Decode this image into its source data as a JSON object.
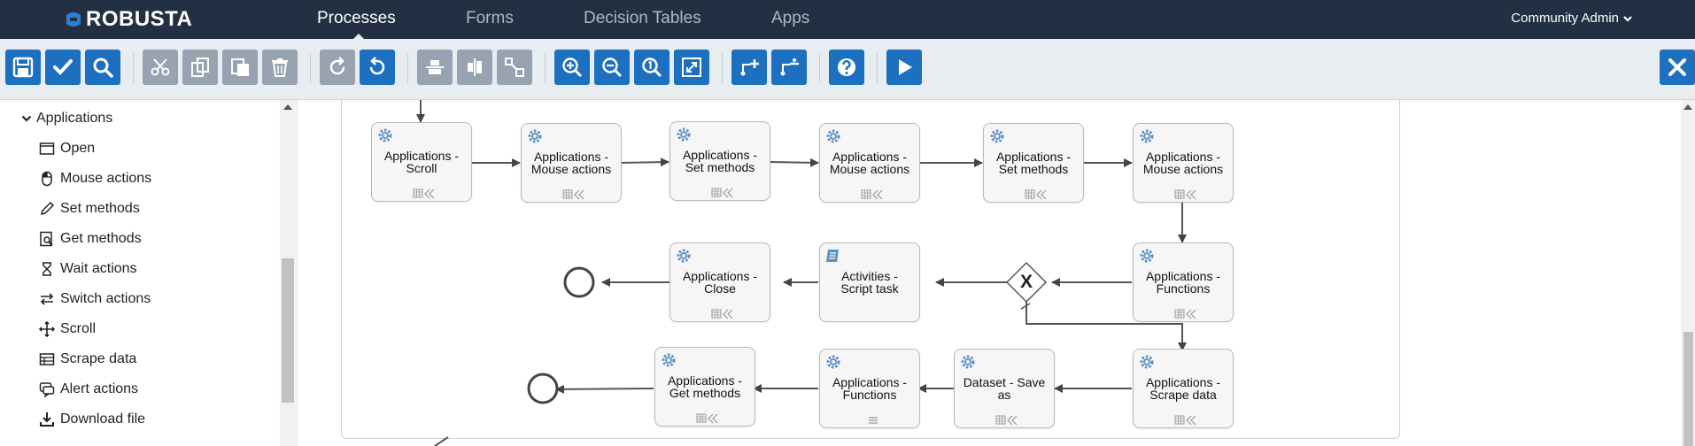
{
  "brand": {
    "name": "ROBUSTA"
  },
  "nav": {
    "tabs": [
      {
        "label": "Processes"
      },
      {
        "label": "Forms"
      },
      {
        "label": "Decision Tables"
      },
      {
        "label": "Apps"
      }
    ],
    "user": "Community Admin"
  },
  "colors": {
    "nav_bg": "#233043",
    "toolbar_blue": "#1d6fc0",
    "toolbar_gray": "#97a3b0",
    "icon_blue": "#5a8fc4"
  },
  "sidebar": {
    "group": "Applications",
    "items": [
      {
        "label": "Open",
        "icon": "window-icon"
      },
      {
        "label": "Mouse actions",
        "icon": "mouse-icon"
      },
      {
        "label": "Set methods",
        "icon": "pencil-icon"
      },
      {
        "label": "Get methods",
        "icon": "document-search-icon"
      },
      {
        "label": "Wait actions",
        "icon": "hourglass-icon"
      },
      {
        "label": "Switch actions",
        "icon": "switch-arrows-icon"
      },
      {
        "label": "Scroll",
        "icon": "move-arrows-icon"
      },
      {
        "label": "Scrape data",
        "icon": "table-icon"
      },
      {
        "label": "Alert actions",
        "icon": "chat-alert-icon"
      },
      {
        "label": "Download file",
        "icon": "download-icon"
      }
    ]
  },
  "diagram": {
    "tasks": [
      {
        "line1": "Applications -",
        "line2": "Scroll"
      },
      {
        "line1": "Applications -",
        "line2": "Mouse actions"
      },
      {
        "line1": "Applications -",
        "line2": "Set methods"
      },
      {
        "line1": "Applications -",
        "line2": "Mouse actions"
      },
      {
        "line1": "Applications -",
        "line2": "Set methods"
      },
      {
        "line1": "Applications -",
        "line2": "Mouse actions"
      },
      {
        "line1": "Applications -",
        "line2": "Functions"
      },
      {
        "line1": "Activities -",
        "line2": "Script task"
      },
      {
        "line1": "Applications -",
        "line2": "Close"
      },
      {
        "line1": "Applications -",
        "line2": "Scrape data"
      },
      {
        "line1": "Dataset - Save",
        "line2": "as"
      },
      {
        "line1": "Applications -",
        "line2": "Functions"
      },
      {
        "line1": "Applications -",
        "line2": "Get methods"
      }
    ],
    "gateway": {
      "symbol": "X"
    }
  }
}
